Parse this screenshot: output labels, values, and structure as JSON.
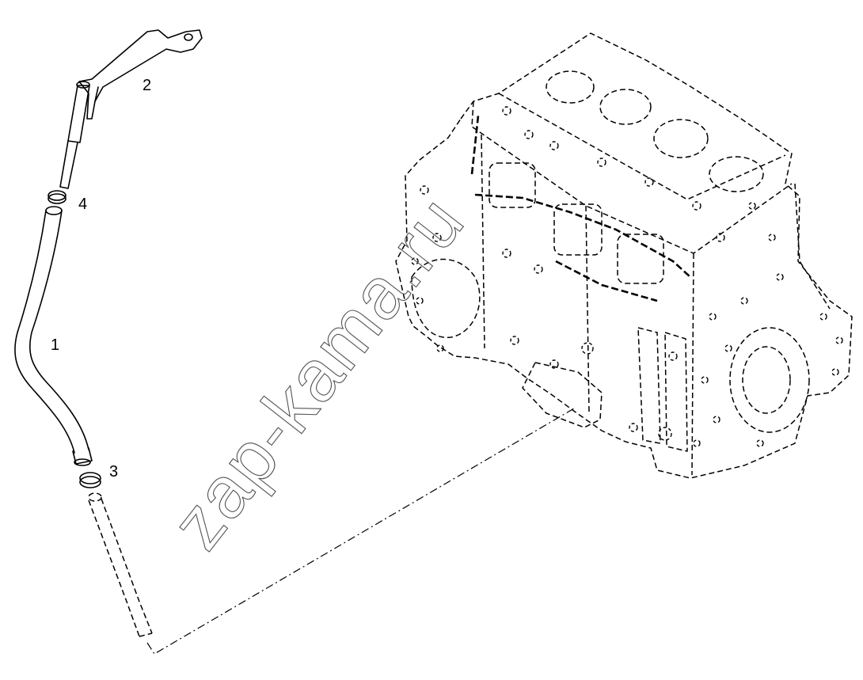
{
  "callouts": [
    {
      "id": "1",
      "text": "1"
    },
    {
      "id": "2",
      "text": "2"
    },
    {
      "id": "3",
      "text": "3"
    },
    {
      "id": "4",
      "text": "4"
    }
  ],
  "watermark": {
    "text": "zap-kama.ru",
    "color": "#555555"
  },
  "colors": {
    "line": "#000000",
    "background": "#ffffff"
  }
}
